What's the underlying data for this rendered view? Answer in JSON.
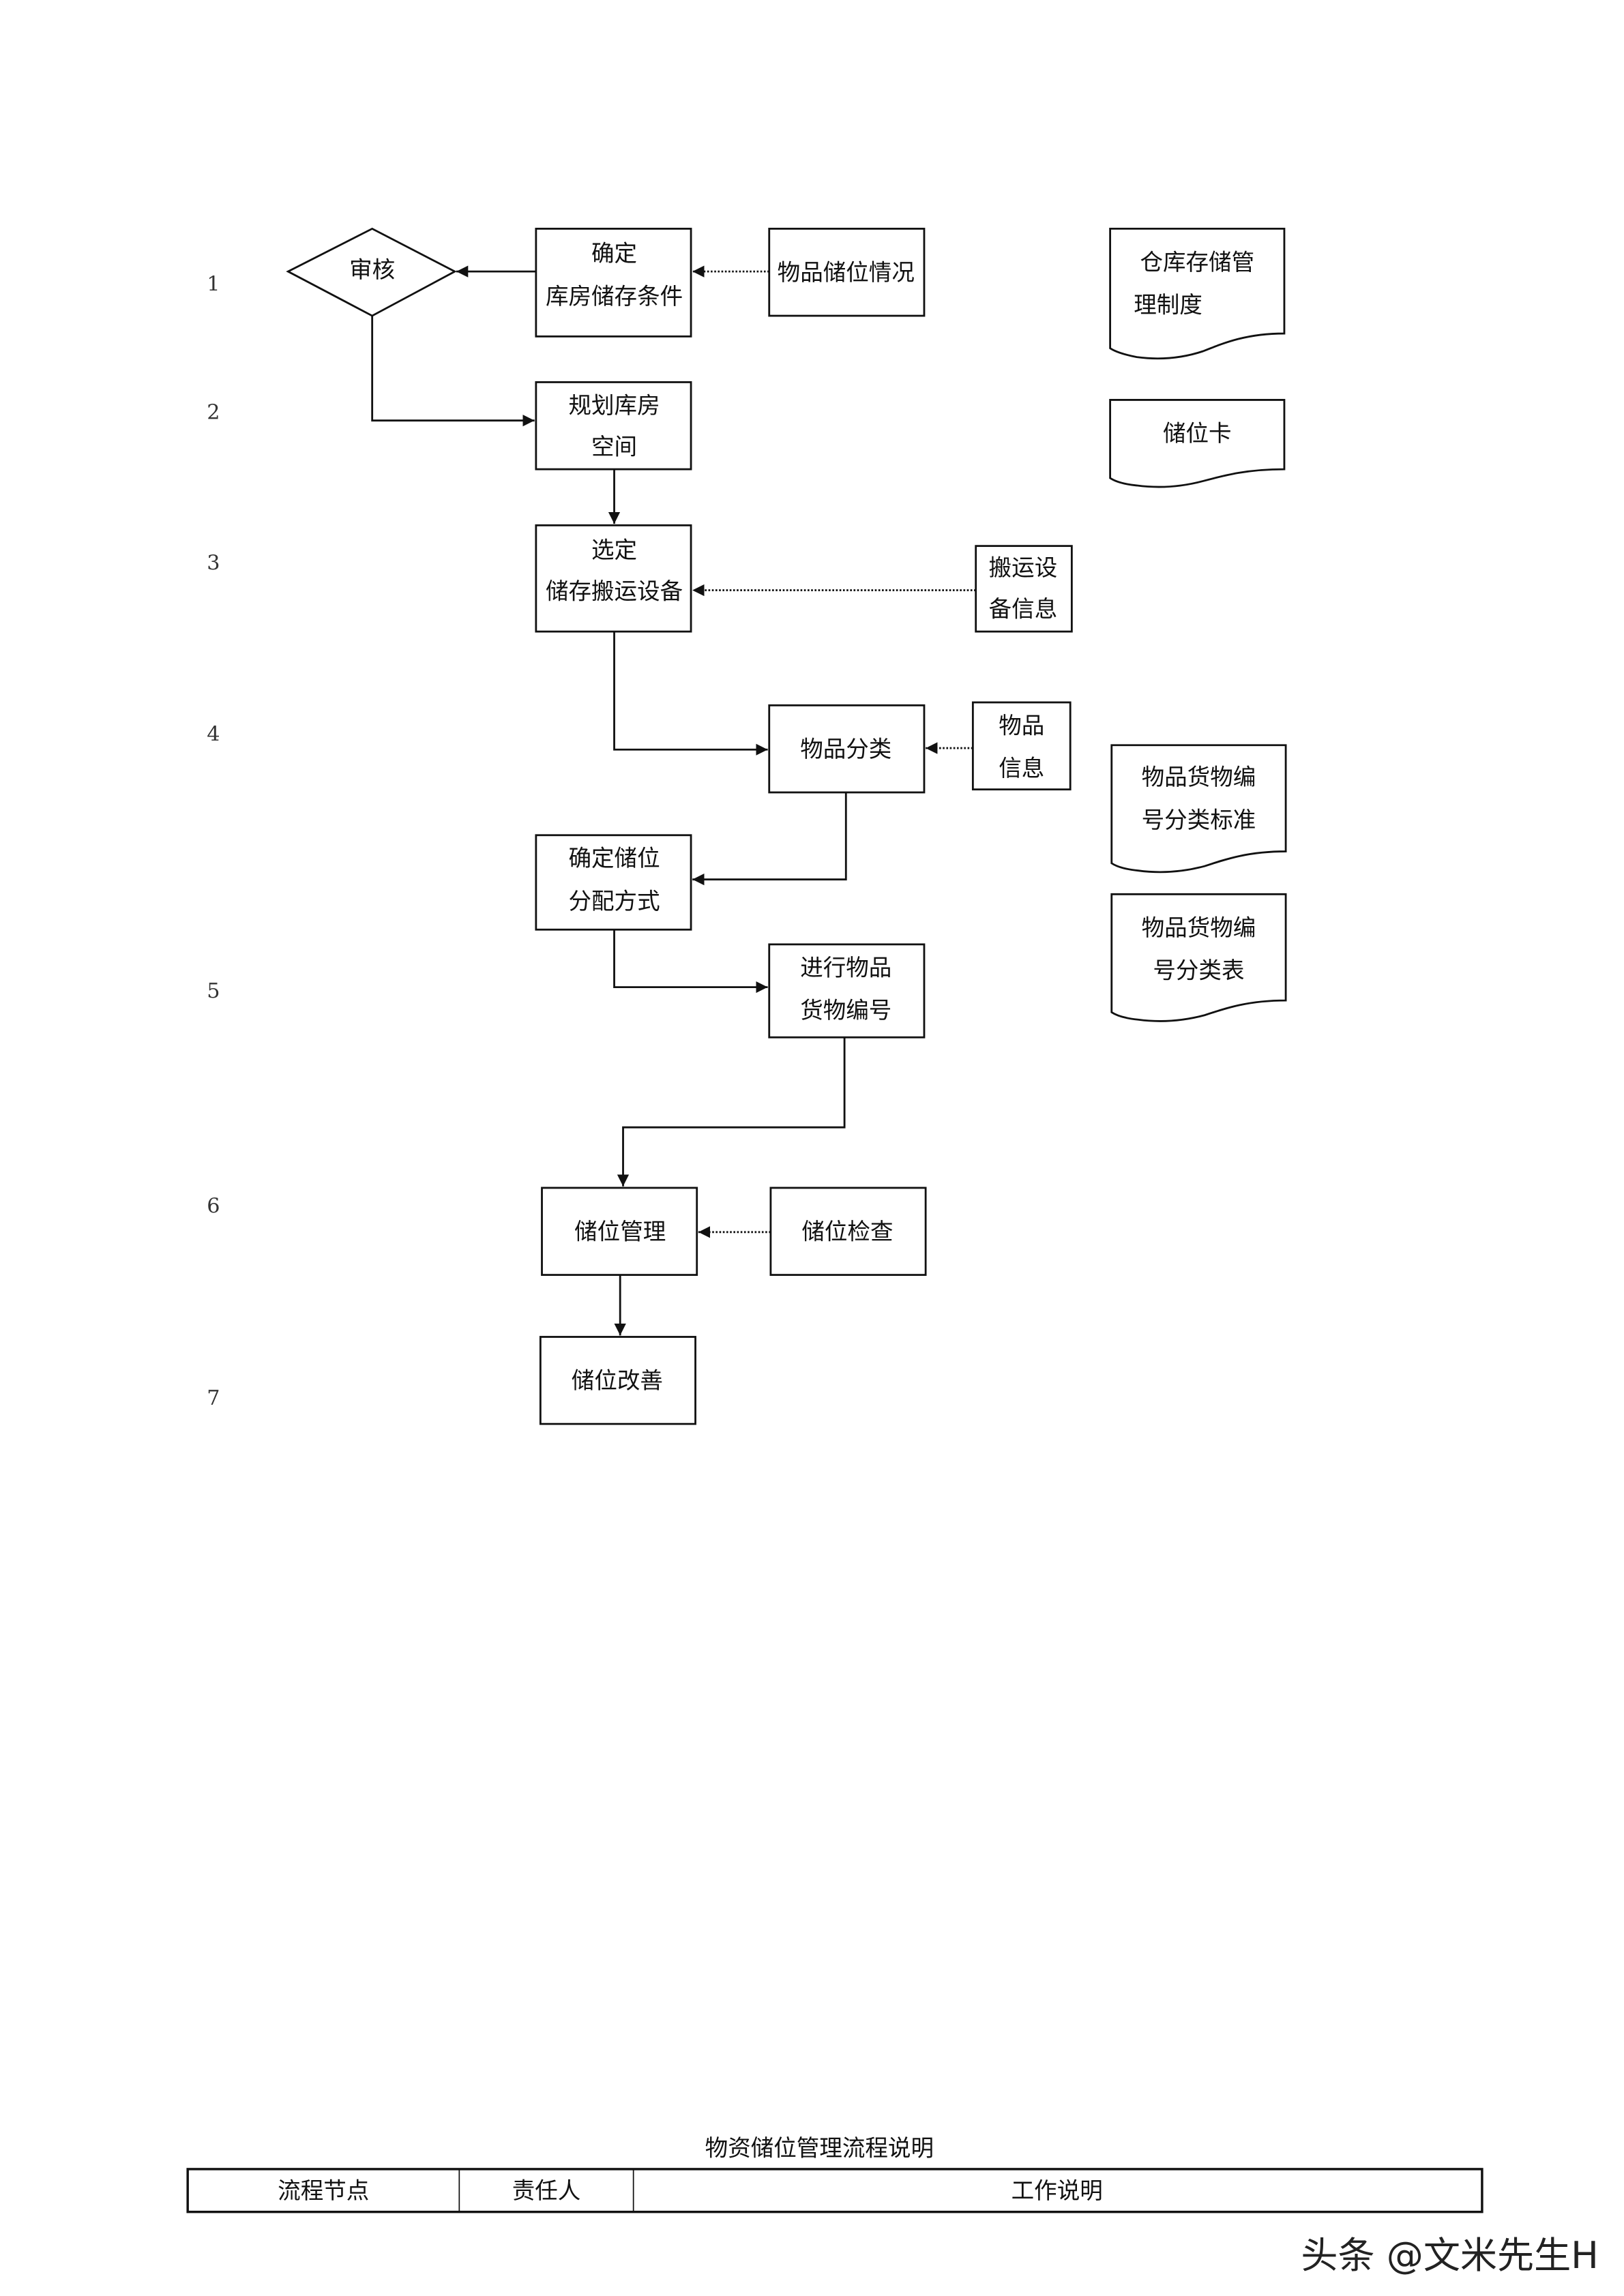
{
  "steps": [
    "1",
    "2",
    "3",
    "4",
    "5",
    "6",
    "7"
  ],
  "nodes": {
    "review": "审核",
    "confirm_conditions": [
      "确定",
      "库房储存条件"
    ],
    "storage_status": "物品储位情况",
    "plan_space": [
      "规划库房",
      "空间"
    ],
    "select_equipment": [
      "选定",
      "储存搬运设备"
    ],
    "equipment_info": [
      "搬运设",
      "备信息"
    ],
    "classify": "物品分类",
    "item_info": [
      "物品",
      "信息"
    ],
    "allocation": [
      "确定储位",
      "分配方式"
    ],
    "numbering": [
      "进行物品",
      "货物编号"
    ],
    "location_mgmt": "储位管理",
    "location_check": "储位检查",
    "location_improve": "储位改善"
  },
  "documents": {
    "warehouse_rules": [
      "仓库存储管",
      "理制度"
    ],
    "location_card": "储位卡",
    "coding_standard": [
      "物品货物编",
      "号分类标准"
    ],
    "coding_table": [
      "物品货物编",
      "号分类表"
    ]
  },
  "table": {
    "title": "物资储位管理流程说明",
    "headers": [
      "流程节点",
      "责任人",
      "工作说明"
    ]
  },
  "watermark": "头条 @文米先生H"
}
